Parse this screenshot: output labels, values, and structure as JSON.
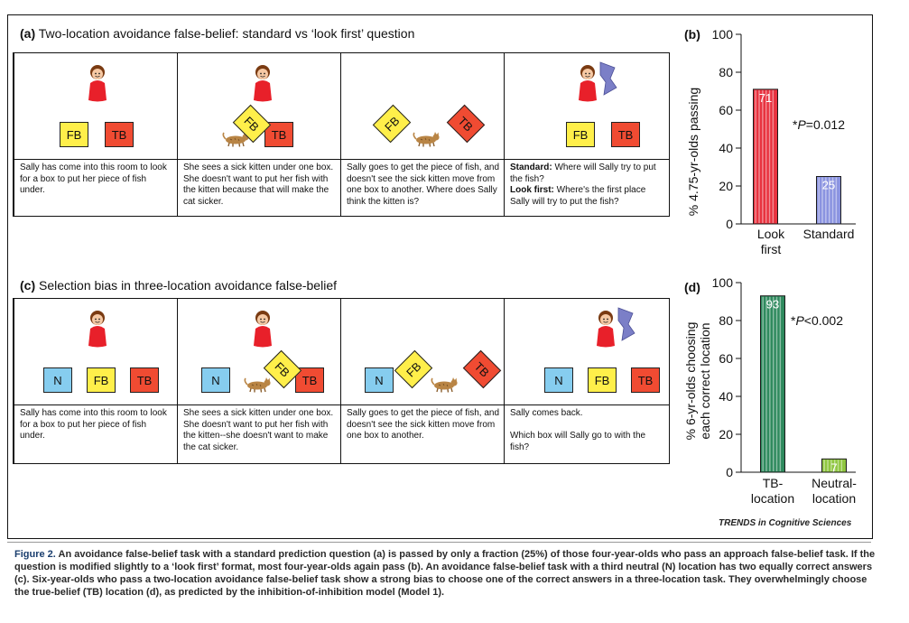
{
  "panel_a": {
    "letter": "(a)",
    "title": "Two-location avoidance false-belief: standard vs ‘look first’ question",
    "captions": [
      "Sally has come into this room to look for a box to put her piece of fish under.",
      "She sees a sick kitten under one box. She doesn't want to put her fish with the kitten because that will make the cat sicker.",
      "Sally goes to get the piece of fish, and doesn't see the sick kitten move from one box to another. Where does Sally think the kitten is?"
    ],
    "caption4_std_label": "Standard:",
    "caption4_std_text": " Where will Sally try to put the fish?",
    "caption4_lf_label": "Look first:",
    "caption4_lf_text": " Where's the first place Sally will try to put the fish?",
    "box_fb": "FB",
    "box_tb": "TB"
  },
  "panel_c": {
    "letter": "(c)",
    "title": "Selection bias in three-location avoidance false-belief",
    "captions": [
      "Sally has come into this room to look for a box to put her piece of fish under.",
      "She sees a sick kitten under one box. She doesn't want to put her fish with the kitten--she doesn't want to make the cat sicker.",
      "Sally goes to get the piece of fish, and doesn't see the sick kitten move from one box to another."
    ],
    "caption4_line1": "Sally comes back.",
    "caption4_line2": "Which box will Sally go to with the fish?",
    "box_n": "N",
    "box_fb": "FB",
    "box_tb": "TB"
  },
  "chart_data": [
    {
      "type": "bar",
      "panel": "(b)",
      "categories": [
        "Look first",
        "Standard"
      ],
      "values": [
        71,
        25
      ],
      "ylabel": "% 4.75-yr-olds passing",
      "ylim": [
        0,
        100
      ],
      "yticks": [
        0,
        20,
        40,
        60,
        80,
        100
      ],
      "annotation": "*P=0.012",
      "colors": [
        "#e8323f",
        "#8a93e0"
      ]
    },
    {
      "type": "bar",
      "panel": "(d)",
      "categories": [
        "TB-location",
        "Neutral-location"
      ],
      "values": [
        93,
        7
      ],
      "ylabel": "% 6-yr-olds choosing each correct location",
      "ylim": [
        0,
        100
      ],
      "yticks": [
        0,
        20,
        40,
        60,
        80,
        100
      ],
      "annotation": "*P<0.002",
      "colors": [
        "#2f8a5e",
        "#8fc63f"
      ]
    }
  ],
  "chart_labels": {
    "b": {
      "cat1_l1": "Look",
      "cat1_l2": "first",
      "cat2_l1": "Standard",
      "ann_prefix": "*",
      "ann_p": "P",
      "ann_rest": "=0.012",
      "ylabel": "% 4.75-yr-olds passing"
    },
    "d": {
      "cat1_l1": "TB-",
      "cat1_l2": "location",
      "cat2_l1": "Neutral-",
      "cat2_l2": "location",
      "ann_prefix": "*",
      "ann_p": "P",
      "ann_rest": "<0.002",
      "ylabel1": "% 6-yr-olds choosing",
      "ylabel2": "each correct location"
    }
  },
  "journal": "TRENDS in Cognitive Sciences",
  "figure_caption": {
    "label": "Figure 2.",
    "text": "An avoidance false-belief task with a standard prediction question (a) is passed by only a fraction (25%) of those four-year-olds who pass an approach false-belief task. If the question is modified slightly to a ‘look first’ format, most four-year-olds again pass (b). An avoidance false-belief task with a third neutral (N) location has two equally correct answers (c). Six-year-olds who pass a two-location avoidance false-belief task show a strong bias to choose one of the correct answers in a three-location task. They overwhelmingly choose the true-belief (TB) location (d), as predicted by the inhibition-of-inhibition model (Model 1)."
  }
}
